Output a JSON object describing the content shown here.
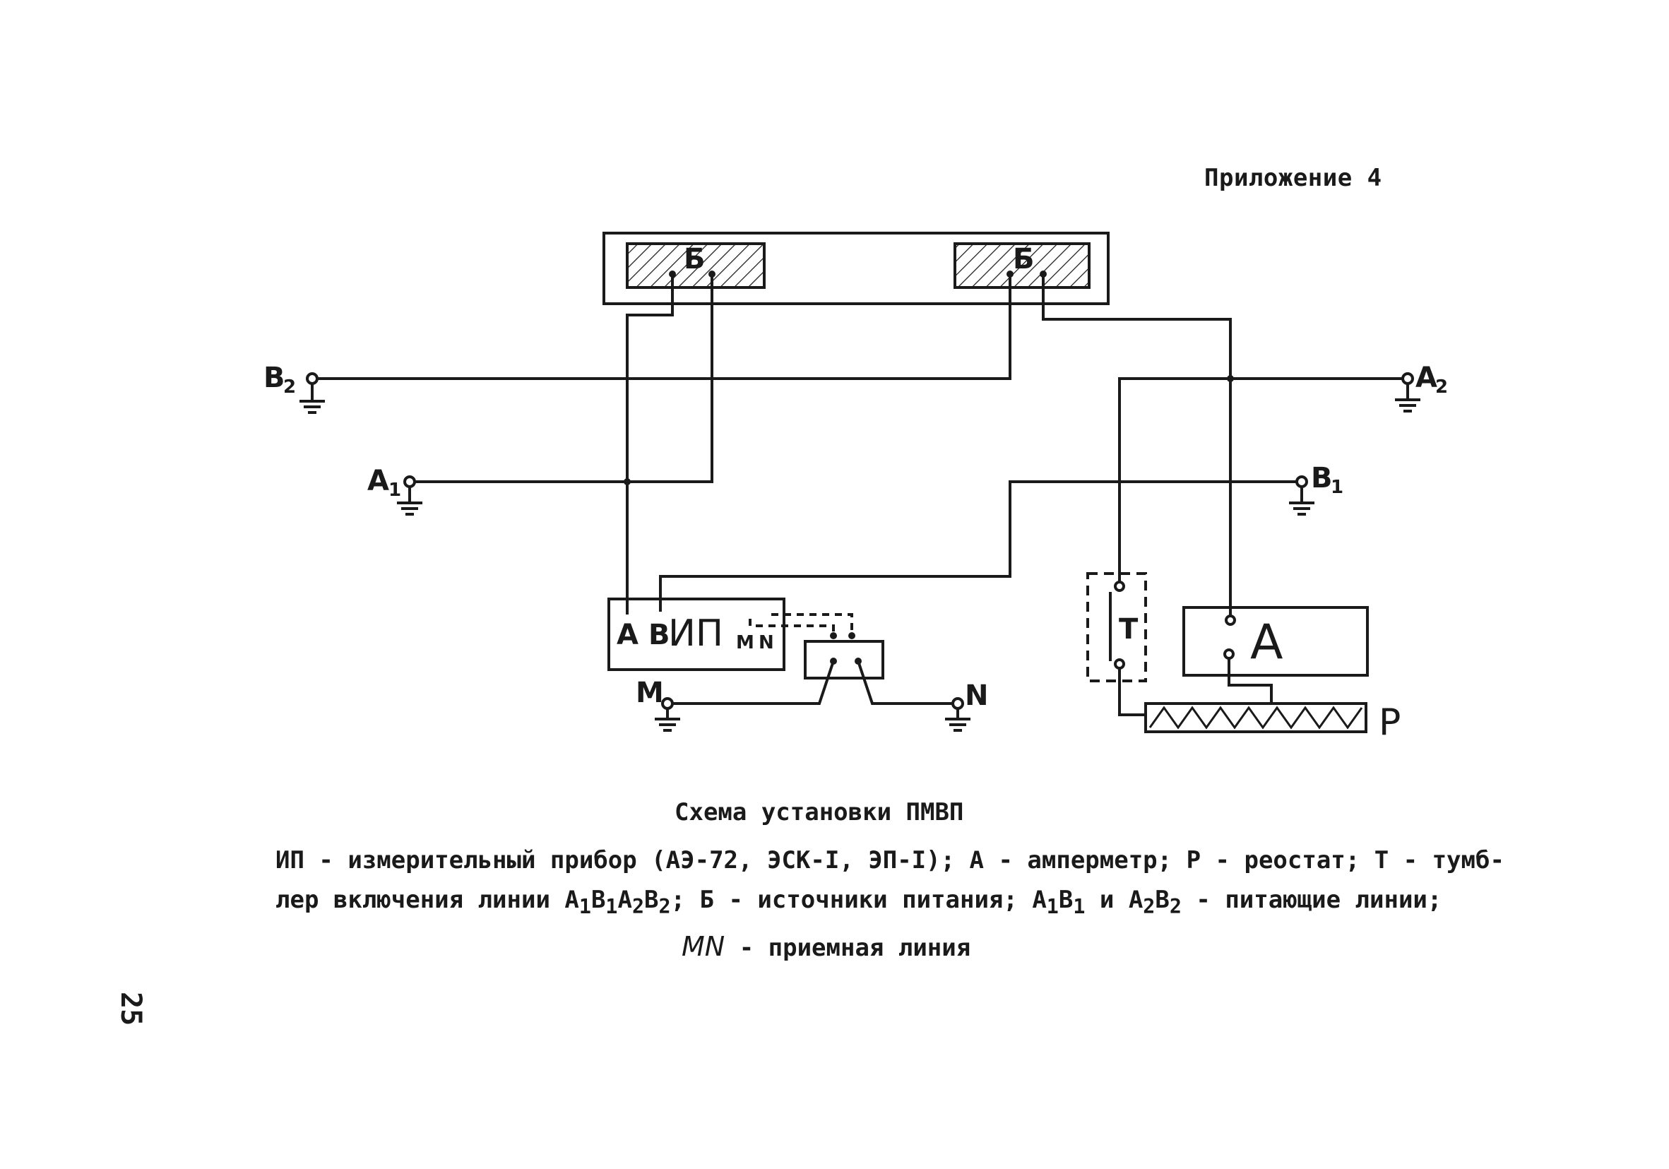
{
  "header": {
    "appendix": "Приложение 4"
  },
  "diagram": {
    "source_label_left": "Б",
    "source_label_right": "Б",
    "terminal_b2": {
      "main": "B",
      "sub": "2"
    },
    "terminal_a1": {
      "main": "A",
      "sub": "1"
    },
    "terminal_a2": {
      "main": "A",
      "sub": "2"
    },
    "terminal_b1": {
      "main": "B",
      "sub": "1"
    },
    "instrument": {
      "a_pin": "A",
      "b_pin": "B",
      "name": "ИП",
      "m_pin": "M",
      "n_pin": "N"
    },
    "electrode_m": "M",
    "electrode_n": "N",
    "toggle_label": "T",
    "ammeter_label": "A",
    "rheostat_label": "P"
  },
  "caption": {
    "title": "Схема установки ПМВП",
    "line1": "ИП - измерительный прибор (АЭ-72, ЭСК-I, ЭП-I); А - амперметр; Р - реостат; Т - тумб-",
    "line2_start": "лер включения линии А",
    "line2_a1_sub": "1",
    "line2_b": "В",
    "line2_b1_sub": "1",
    "line2_a": "А",
    "line2_a2_sub": "2",
    "line2_b2": "В",
    "line2_b2_sub": "2",
    "line2_end": "; Б - источники питания; А",
    "line2_s1": "1",
    "line2_mid": "В",
    "line2_s2": "1",
    "line2_and": " и А",
    "line2_s3": "2",
    "line2_mid2": "В",
    "line2_s4": "2",
    "line2_tail": " - питающие линии;",
    "line3_mn": "MN",
    "line3_text": " - приемная линия"
  },
  "page_number": "25"
}
